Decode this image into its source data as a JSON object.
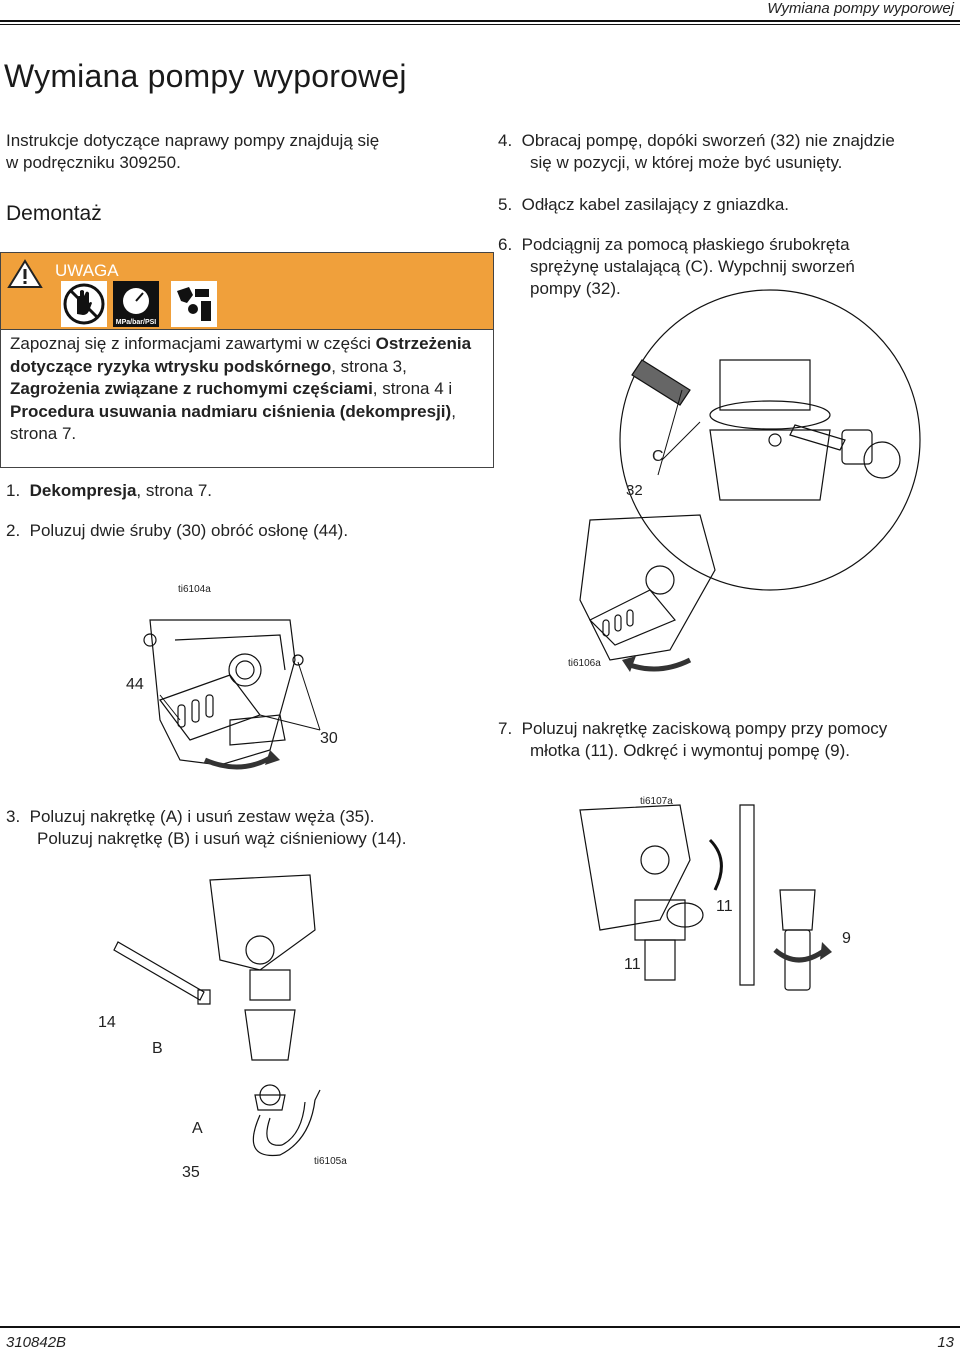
{
  "header": {
    "running_title": "Wymiana pompy wyporowej"
  },
  "page_title": "Wymiana pompy wyporowej",
  "intro": {
    "line1": "Instrukcje dotyczące naprawy pompy znajdują się",
    "line2": "w podręczniku 309250."
  },
  "section_title": "Demontaż",
  "warning": {
    "label": "UWAGA",
    "icon_mpa_text": "MPa/bar/PSI",
    "text_plain_1": "Zapoznaj się z informacjami zawartymi w części ",
    "text_bold_1": "Ostrzeżenia dotyczące ryzyka wtrysku podskórnego",
    "text_plain_2": ", strona 3, ",
    "text_bold_2": "Zagrożenia związane z ruchomymi częściami",
    "text_plain_3": ", strona 4 i ",
    "text_bold_3": "Procedura usuwania nadmiaru ciśnienia (dekompresji)",
    "text_plain_4": ", strona 7."
  },
  "steps_left": {
    "s1_num": "1.",
    "s1_bold": "Dekompresja",
    "s1_rest": ", strona 7.",
    "s2": "2.  Poluzuj dwie śruby (30) obróć osłonę (44).",
    "s3_line1": "3.  Poluzuj nakrętkę (A) i usuń zestaw węża (35).",
    "s3_line2": "Poluzuj nakrętkę (B) i usuń wąż ciśnieniowy (14)."
  },
  "steps_right": {
    "s4_line1": "4.  Obracaj pompę, dopóki sworzeń (32) nie znajdzie",
    "s4_line2": "się w pozycji, w której może być usunięty.",
    "s5": "5.  Odłącz kabel zasilający z gniazdka.",
    "s6_line1": "6.  Podciągnij za pomocą płaskiego śrubokręta",
    "s6_line2": "sprężynę ustalającą (C). Wypchnij sworzeń",
    "s6_line3": "pompy (32).",
    "s7_line1": "7.  Poluzuj nakrętkę zaciskową pompy przy pomocy",
    "s7_line2": "młotka (11). Odkręć i wymontuj pompę (9)."
  },
  "figures": {
    "fig_ti6104a": {
      "code": "ti6104a",
      "callouts": [
        "44",
        "30"
      ]
    },
    "fig_ti6105a": {
      "code": "ti6105a",
      "callouts": [
        "14",
        "B",
        "A",
        "35"
      ]
    },
    "fig_ti6106a": {
      "code": "ti6106a",
      "callouts": [
        "C",
        "32"
      ]
    },
    "fig_ti6107a": {
      "code": "ti6107a",
      "callouts": [
        "11",
        "9",
        "11"
      ]
    }
  },
  "footer": {
    "doc_number": "310842B",
    "page_number": "13"
  },
  "colors": {
    "warning_orange": "#f0a03b",
    "text": "#222222"
  }
}
